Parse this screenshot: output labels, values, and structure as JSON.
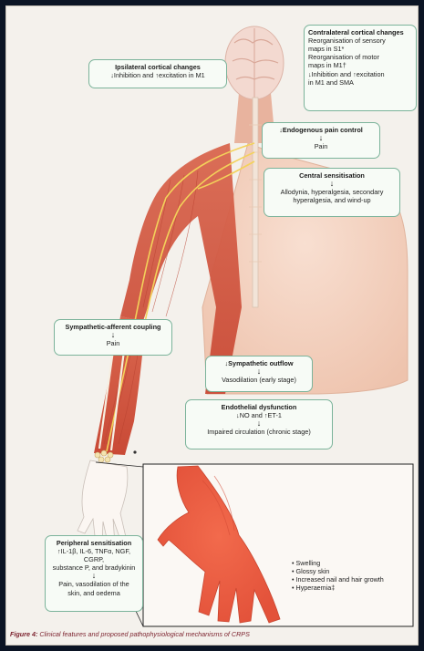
{
  "contralateral": {
    "title": "Contralateral cortical changes",
    "lines": [
      "Reorganisation of sensory",
      "maps in S1*",
      "Reorganisation of motor",
      "maps in M1†",
      "↓Inhibition and ↑excitation",
      "in M1 and SMA"
    ]
  },
  "ipsilateral": {
    "title": "Ipsilateral cortical changes",
    "line": "↓Inhibition and ↑excitation in M1"
  },
  "endogenous": {
    "title": "↓Endogenous pain control",
    "result": "Pain"
  },
  "central": {
    "title": "Central sensitisation",
    "lines": [
      "Allodynia, hyperalgesia, secondary",
      "hyperalgesia, and wind-up"
    ]
  },
  "sympathetic_afferent": {
    "title": "Sympathetic-afferent coupling",
    "result": "Pain"
  },
  "sympathetic_outflow": {
    "title": "↓Sympathetic outflow",
    "result": "Vasodilation (early stage)"
  },
  "endothelial": {
    "title": "Endothelial dysfunction",
    "line": "↓NO and ↑ET-1",
    "result": "Impaired circulation (chronic stage)"
  },
  "peripheral": {
    "title": "Peripheral sensitisation",
    "lines": [
      "↑IL-1β, IL-6, TNFα, NGF, CGRP,",
      "substance P, and bradykinin"
    ],
    "result_lines": [
      "Pain, vasodilation of the",
      "skin, and oedema"
    ]
  },
  "hand_features": [
    "Swelling",
    "Glossy skin",
    "Increased nail and hair growth",
    "Hyperaemia‡"
  ],
  "arrow_glyph": "↓",
  "caption": {
    "label": "Figure 4:",
    "text": " Clinical features and proposed pathophysiological mechanisms of CRPS"
  }
}
